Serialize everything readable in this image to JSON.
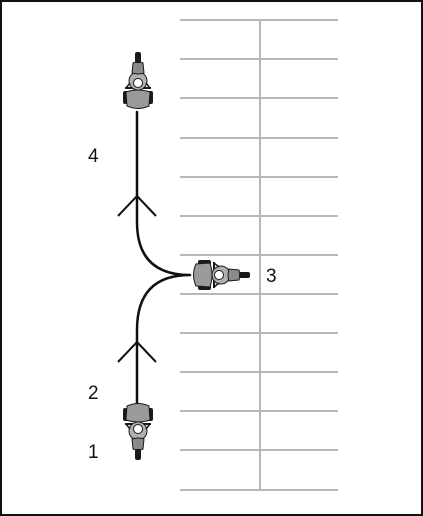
{
  "diagram": {
    "colors": {
      "frame": "#111111",
      "parking_lines": "#b8b8b8",
      "path": "#111111",
      "vehicle_body": "#9a9a9a",
      "vehicle_dark": "#1a1a1a",
      "background": "#ffffff"
    },
    "steps": [
      {
        "label": "1"
      },
      {
        "label": "2"
      },
      {
        "label": "3"
      },
      {
        "label": "4"
      }
    ],
    "vehicles": [
      {
        "icon": "three-wheel-motorcycle-icon",
        "heading": "up",
        "step": "1"
      },
      {
        "icon": "three-wheel-motorcycle-icon",
        "heading": "left",
        "step": "3"
      },
      {
        "icon": "three-wheel-motorcycle-icon",
        "heading": "down",
        "step": "4"
      }
    ],
    "arrows": [
      {
        "icon": "direction-arrow-up-icon",
        "segment": "lower"
      },
      {
        "icon": "direction-arrow-up-icon",
        "segment": "upper"
      }
    ]
  }
}
